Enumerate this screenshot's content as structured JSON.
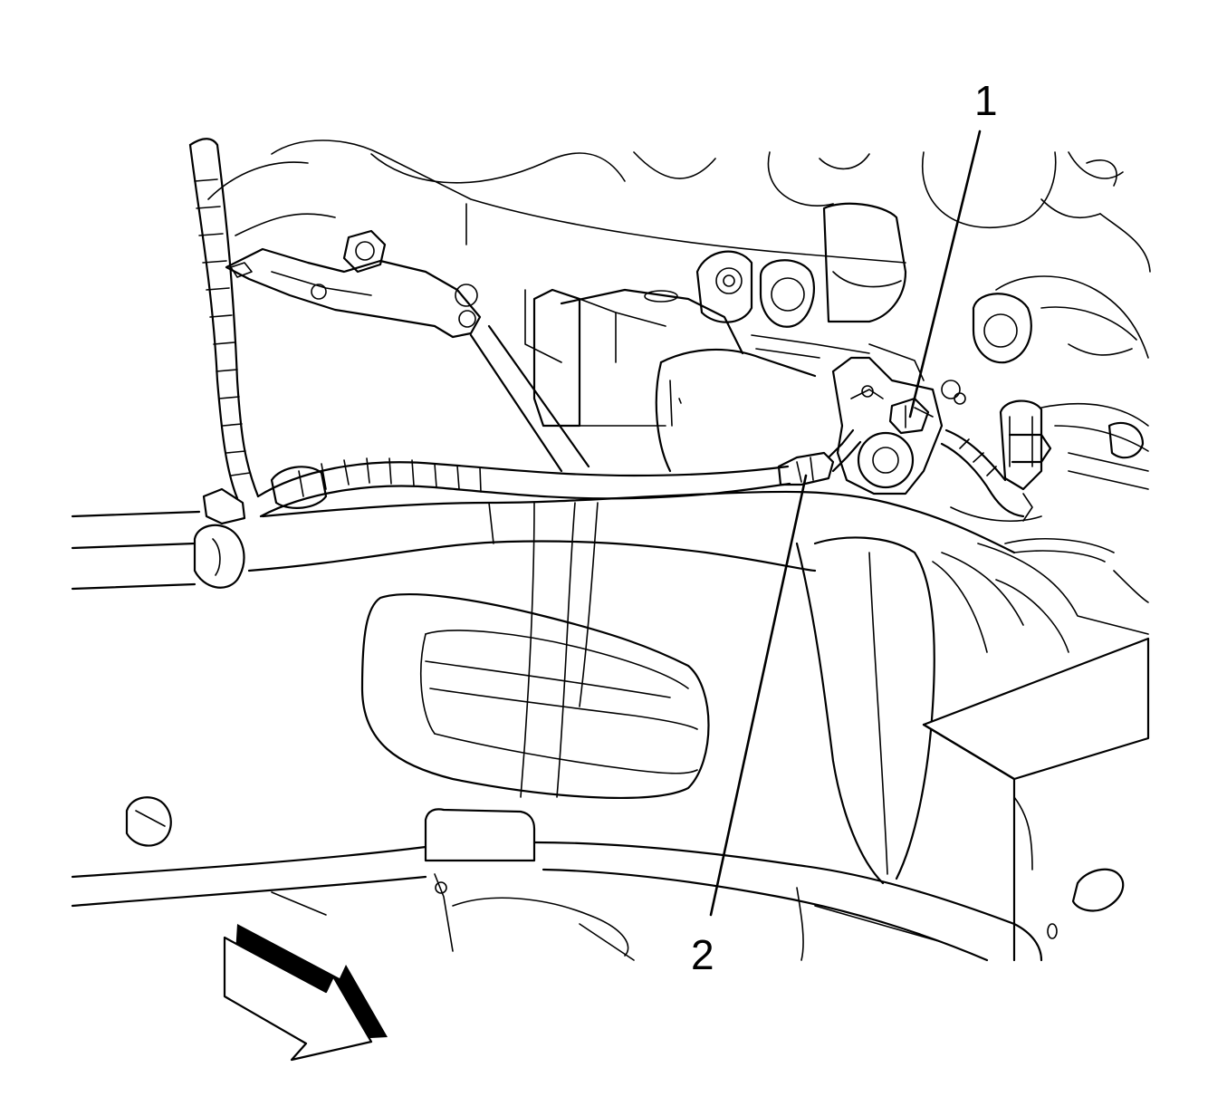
{
  "callouts": [
    {
      "id": "1",
      "label": "1"
    },
    {
      "id": "2",
      "label": "2"
    }
  ],
  "direction_arrow": {
    "icon": "front-direction-arrow-icon"
  },
  "colors": {
    "line": "#000000",
    "background": "#ffffff"
  }
}
